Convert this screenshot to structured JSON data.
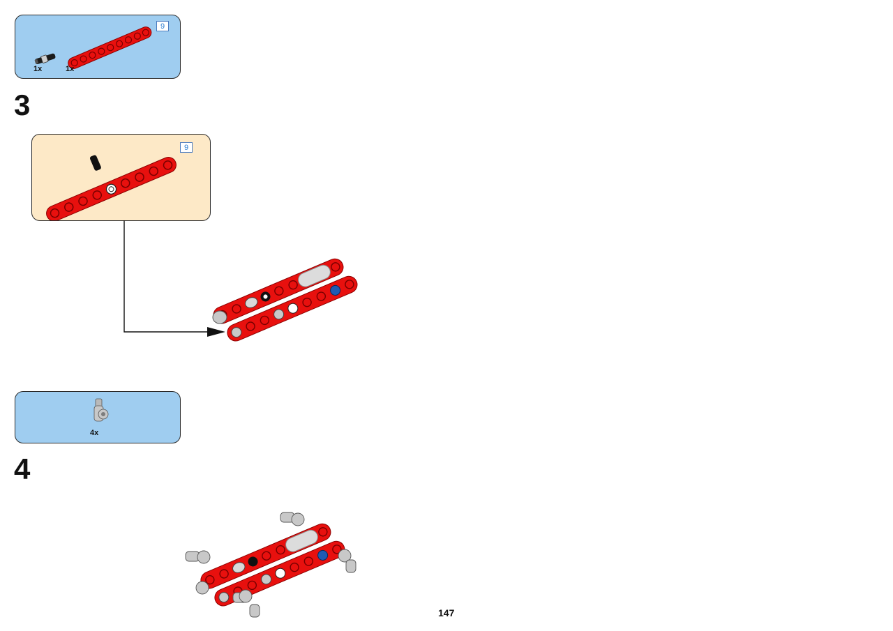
{
  "step2_parts": {
    "items": [
      {
        "icon": "friction-axle-pin-icon",
        "qty": "1x"
      },
      {
        "icon": "red-beam-9-icon",
        "qty": "1x"
      }
    ],
    "length_ref": "9"
  },
  "step3": {
    "number": "3",
    "subassembly_length_ref": "9"
  },
  "step4": {
    "number": "4",
    "parts": [
      {
        "icon": "axle-connector-icon",
        "qty": "4x"
      }
    ]
  },
  "page_number": "147",
  "colors": {
    "parts_callout_bg": "#9fcdf0",
    "subassembly_bg": "#fde9c7",
    "beam_red": "#e8100e",
    "pin_grey": "#c8c8c8",
    "blue_pin": "#1f5bb3"
  }
}
